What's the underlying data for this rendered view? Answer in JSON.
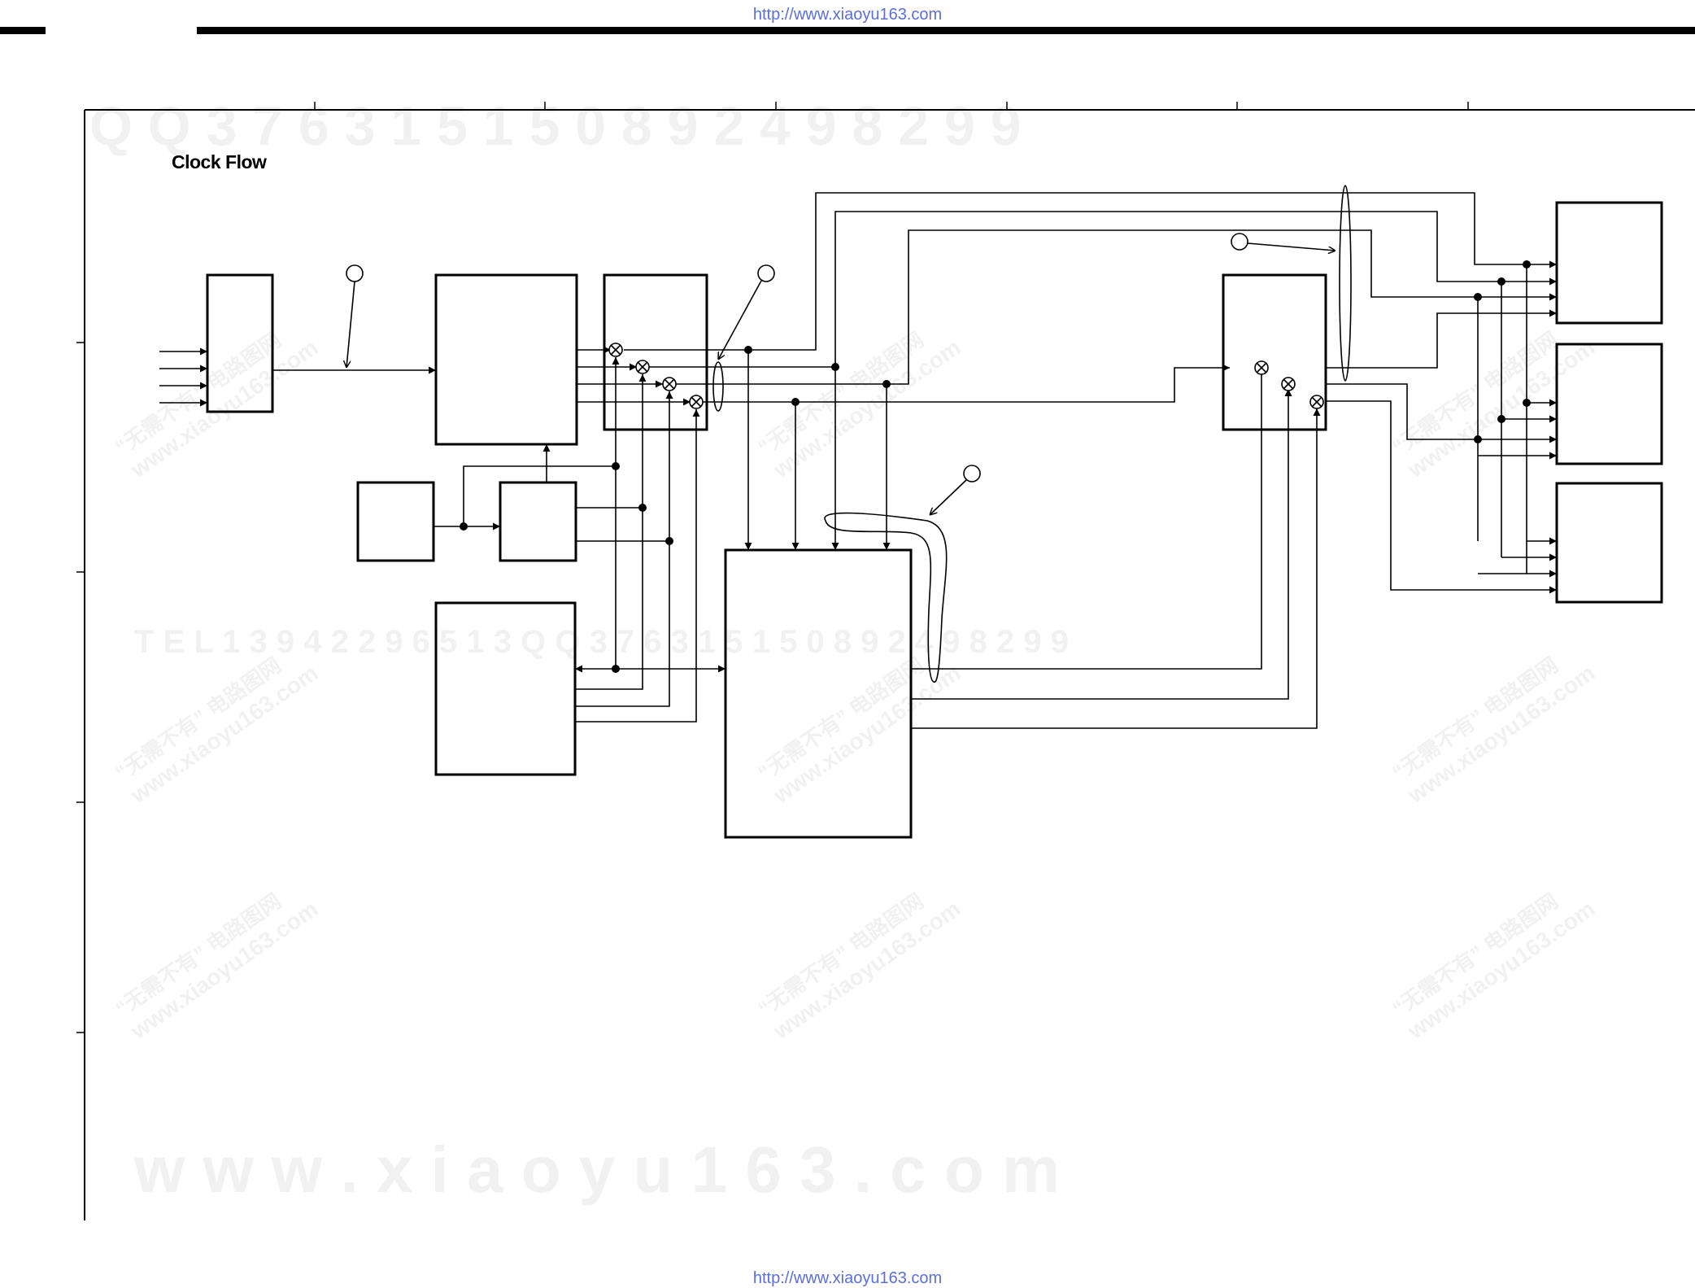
{
  "header": {
    "url": "http://www.xiaoyu163.com"
  },
  "footer": {
    "url": "http://www.xiaoyu163.com"
  },
  "diagram": {
    "title": "Clock Flow"
  },
  "watermarks": {
    "top_row": "Q Q   3 7 6 3 1 5 1 5 0         8 9 2 4 9 8 2 9 9",
    "mid_row": "T E L   1 3 9 4 2 2 9 6 5 1 3        Q Q   3 7 6 3 1 5 1 5 0    8 9 2 4 9 8 2 9 9",
    "bottom_row": "w w w . x i a o y u 1 6 3 . c o m",
    "stamp_cn": "“无需不有” 电路图网",
    "stamp_url": "www.xiaoyu163.com"
  },
  "colors": {
    "line": "#000000",
    "url": "#5b6ee0",
    "watermark": "#f1f1f1"
  }
}
